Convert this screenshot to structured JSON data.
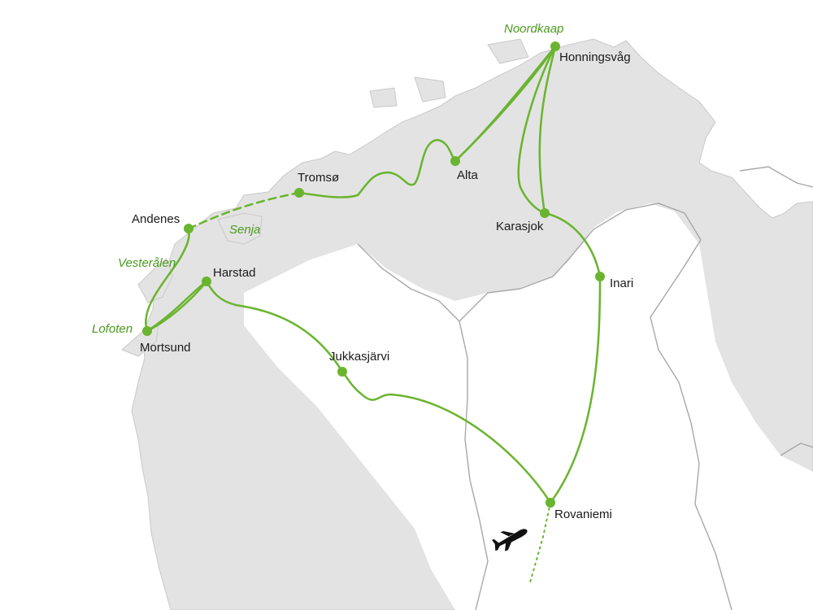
{
  "colors": {
    "land": "#e3e3e3",
    "border": "#a8a8a8",
    "route": "#6ab42f",
    "region_label": "#4a9a1e",
    "city_label": "#1a1a1a"
  },
  "cities": {
    "honningsvag": "Honningsvåg",
    "alta": "Alta",
    "tromso": "Tromsø",
    "andenes": "Andenes",
    "harstad": "Harstad",
    "mortsund": "Mortsund",
    "jukkasjarvi": "Jukkasjärvi",
    "karasjok": "Karasjok",
    "inari": "Inari",
    "rovaniemi": "Rovaniemi"
  },
  "regions": {
    "noordkaap": "Noordkaap",
    "senja": "Senja",
    "vesteralen": "Vesterålen",
    "lofoten": "Lofoten"
  },
  "icons": {
    "airport": "airplane-icon"
  }
}
